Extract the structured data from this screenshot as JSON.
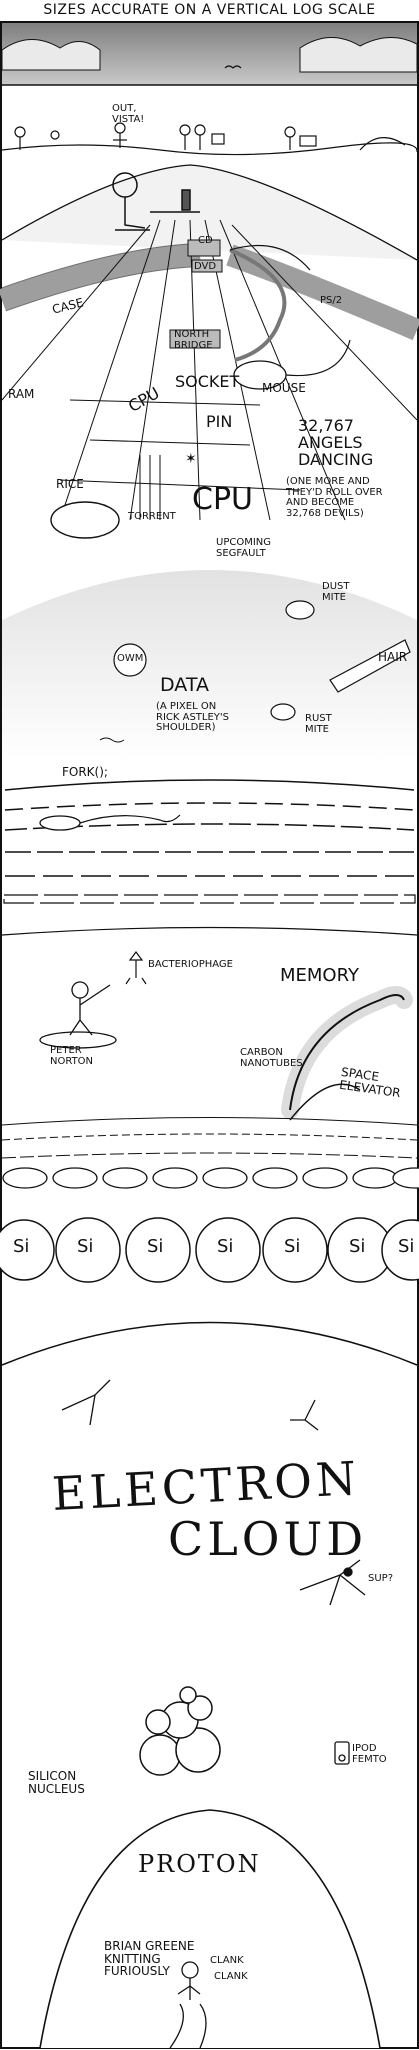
{
  "title": "SIZES ACCURATE ON A VERTICAL LOG SCALE",
  "labels": {
    "out_vista": "OUT,\nVISTA!",
    "cd": "CD",
    "dvd": "DVD",
    "case": "CASE",
    "ps2": "PS/2",
    "north_bridge": "NORTH\nBRIDGE",
    "mouse": "MOUSE",
    "ram": "RAM",
    "cpu_socket_cpu": "CPU",
    "socket": "SOCKET",
    "pin": "PIN",
    "angels": "32,767\nANGELS\nDANCING",
    "devils": "(ONE MORE AND\nTHEY'D ROLL OVER\nAND BECOME\n32,768 DEVILS)",
    "rice": "RICE",
    "torrent": "TORRENT",
    "cpu": "CPU",
    "segfault": "UPCOMING\nSEGFAULT",
    "dust_mite": "DUST\nMITE",
    "hair": "HAIR",
    "owm": "OWM",
    "data": "DATA",
    "rick_astley": "(A PIXEL ON\nRICK ASTLEY'S\nSHOULDER)",
    "rust_mite": "RUST\nMITE",
    "fork": "FORK();",
    "bacteriophage": "BACTERIOPHAGE",
    "memory": "MEMORY",
    "peter_norton": "PETER\nNORTON",
    "carbon_nanotubes": "CARBON\nNANOTUBES",
    "space_elevator": "SPACE\nELEVATOR",
    "si": "Si",
    "electron": "ELECTRON",
    "cloud": "CLOUD",
    "sup": "SUP?",
    "ipod_femto": "IPOD\nFEMTO",
    "silicon_nucleus": "SILICON\nNUCLEUS",
    "proton": "PROTON",
    "brian_greene": "BRIAN GREENE\nKNITTING\nFURIOUSLY",
    "clank1": "CLANK",
    "clank2": "CLANK"
  },
  "colors": {
    "ink": "#111111",
    "sky": "#8a8a8a",
    "sky_light": "#bdbdbd",
    "gray": "#a9a9a9",
    "light_gray": "#d6d6d6"
  },
  "icons": [
    "bird-icon",
    "star-glyph-icon",
    "electron-icon",
    "ipod-icon"
  ]
}
